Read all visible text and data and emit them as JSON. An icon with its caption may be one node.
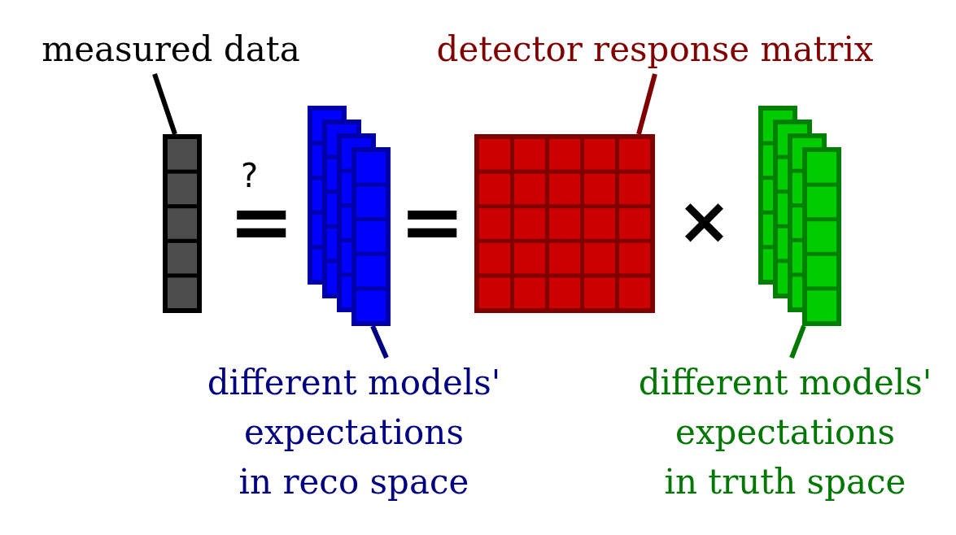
{
  "diagram": {
    "nodes": [
      {
        "text": [
          "measured data"
        ]
      },
      {
        "text": [],
        "shape": "bar"
      },
      {
        "text": [
          "detector response matrix"
        ]
      },
      {
        "text": [],
        "shape": "box"
      },
      {
        "text": [],
        "shape": "bar"
      },
      {
        "text": [
          "different models' expectations in reco space"
        ]
      },
      {
        "text": [],
        "shape": "bar"
      },
      {
        "text": [
          "different models' expectations in truth space"
        ]
      }
    ],
    "edges": [
      {
        "from": 0,
        "to": 1,
        "arrow": "none",
        "color": "#000000"
      },
      {
        "from": 2,
        "to": 3,
        "arrow": "none",
        "color": "#800000"
      },
      {
        "from": 5,
        "to": 4,
        "arrow": "none",
        "color": "#000080"
      },
      {
        "from": 7,
        "to": 6,
        "arrow": "none",
        "color": "#007700"
      }
    ],
    "labels": [
      "?",
      "=",
      "=",
      "×"
    ]
  }
}
